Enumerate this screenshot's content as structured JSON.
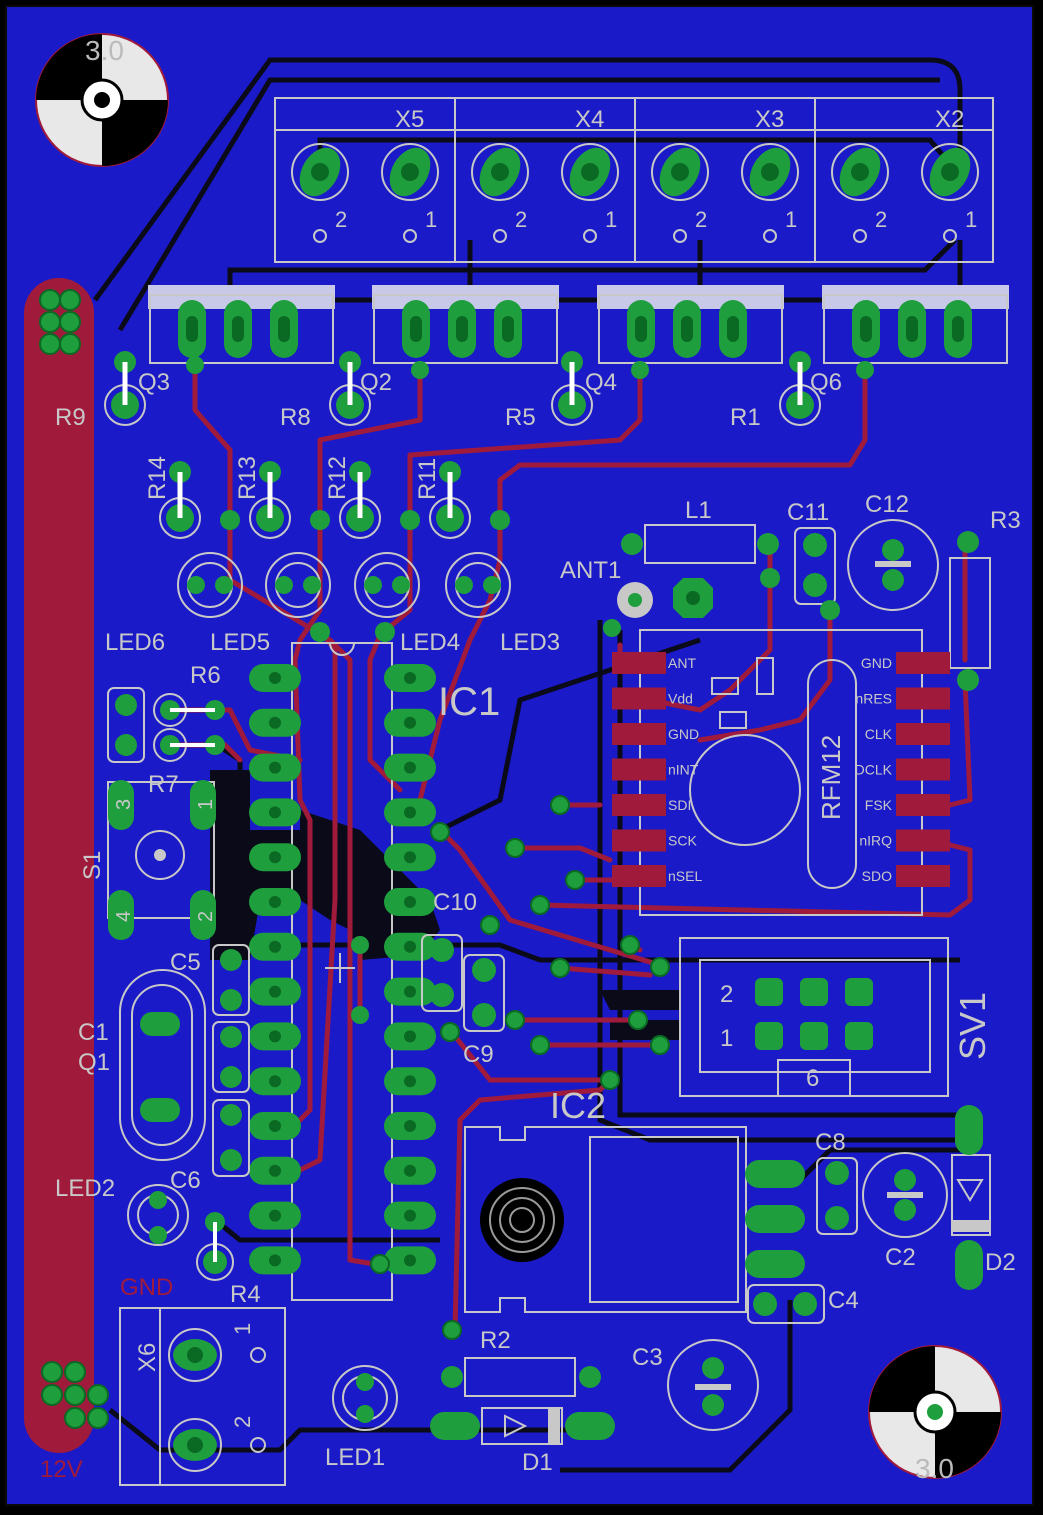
{
  "colors": {
    "background": "#000000",
    "board": "#1a1ac8",
    "trace_top": "#a01a3c",
    "trace_bottom": "#000000",
    "pad": "#1e9e3c",
    "pad_dark": "#0a6a24",
    "silk": "#c8c8c8",
    "label_top": "#a01a3c"
  },
  "connectors": [
    {
      "name": "X5",
      "pin1": "1",
      "pin2": "2"
    },
    {
      "name": "X4",
      "pin1": "1",
      "pin2": "2"
    },
    {
      "name": "X3",
      "pin1": "1",
      "pin2": "2"
    },
    {
      "name": "X2",
      "pin1": "1",
      "pin2": "2"
    }
  ],
  "transistors": [
    "Q3",
    "Q2",
    "Q4",
    "Q6"
  ],
  "resistors_base": [
    "R9",
    "R8",
    "R5",
    "R1"
  ],
  "resistors_led": [
    "R14",
    "R13",
    "R12",
    "R11"
  ],
  "leds_top": [
    "LED6",
    "LED5",
    "LED4",
    "LED3"
  ],
  "misc": {
    "L1": "L1",
    "C11": "C11",
    "C12": "C12",
    "R3": "R3",
    "ANT1": "ANT1",
    "IC1": "IC1",
    "IC2": "IC2",
    "R6": "R6",
    "R7": "R7",
    "S1": "S1",
    "C10": "C10",
    "C5": "C5",
    "C1": "C1",
    "Q1": "Q1",
    "C9": "C9",
    "C8": "C8",
    "C2": "C2",
    "D2": "D2",
    "C4": "C4",
    "LED2": "LED2",
    "C6": "C6",
    "R4": "R4",
    "GND": "GND",
    "X6": "X6",
    "R2": "R2",
    "C3": "C3",
    "LED1": "LED1",
    "D1": "D1",
    "12V": "12V",
    "SV1": "SV1",
    "sv1_pin2": "2",
    "sv1_pin1": "1",
    "sv1_pin6": "6",
    "hole_top": "3.0",
    "hole_bottom": "3.0",
    "x6_pin1": "1",
    "x6_pin2": "2",
    "s1_p3": "3",
    "s1_p1": "1",
    "s1_p4": "4",
    "s1_p2": "2"
  },
  "rfm12": {
    "name": "RFM12",
    "left_pins": [
      "ANT",
      "Vdd",
      "GND",
      "nINT",
      "SDI",
      "SCK",
      "nSEL"
    ],
    "right_pins": [
      "GND",
      "nRES",
      "CLK",
      "DCLK",
      "FSK",
      "nIRQ",
      "SDO"
    ]
  }
}
